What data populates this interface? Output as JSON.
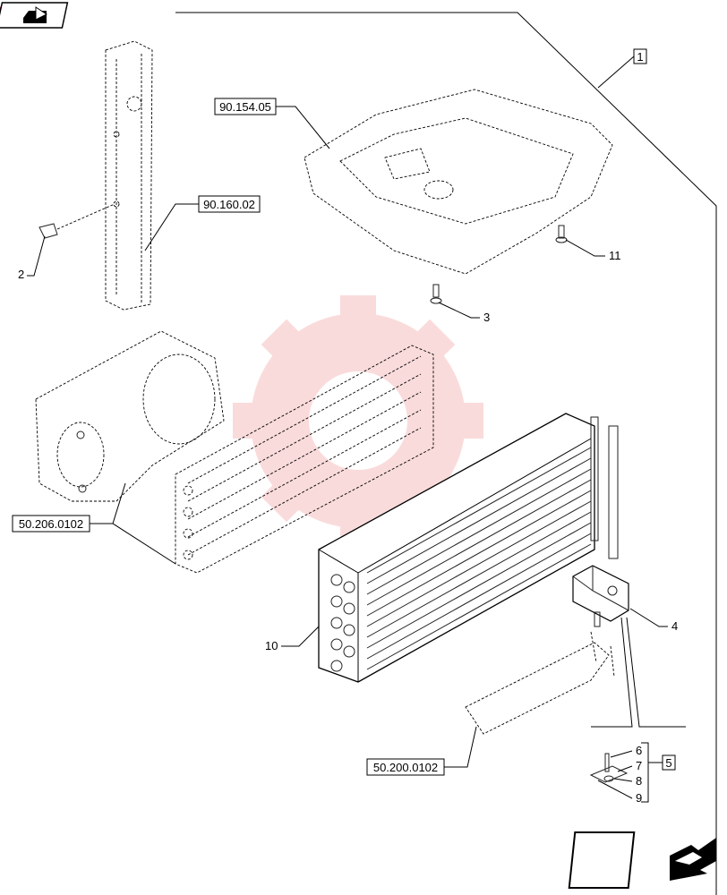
{
  "refs": {
    "r1": "90.154.05",
    "r2": "90.160.02",
    "r3": "50.206.0102",
    "r4": "50.200.0102"
  },
  "callouts": {
    "c1": "1",
    "c2": "2",
    "c3": "3",
    "c4": "4",
    "c5": "5",
    "c6": "6",
    "c7": "7",
    "c8": "8",
    "c9": "9",
    "c10": "10",
    "c11": "11"
  },
  "icons": {
    "nav_top": "book-arrow-icon",
    "nav_bottom": "next-page-arrow-icon"
  },
  "watermark_color": "#f4a0a0"
}
